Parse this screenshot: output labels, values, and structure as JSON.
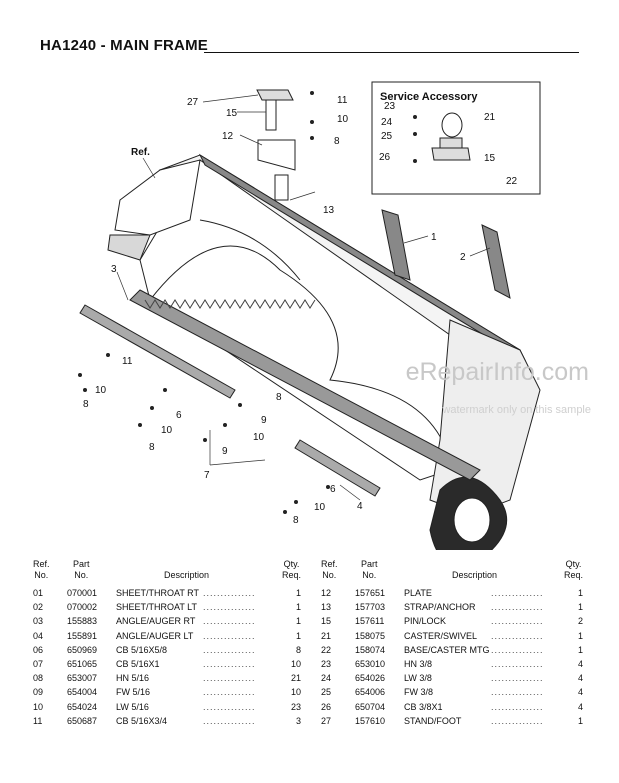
{
  "page": {
    "title": "HA1240 - MAIN FRAME",
    "watermark": "eRepairInfo.com",
    "watermark_note": "watermark only on this sample"
  },
  "diagram": {
    "accessory_title": "Service Accessory",
    "ref_label": "Ref.",
    "callouts": [
      "27",
      "15",
      "12",
      "11",
      "10",
      "8",
      "23",
      "24",
      "25",
      "26",
      "21",
      "15",
      "22",
      "13",
      "1",
      "2",
      "3",
      "11",
      "10",
      "8",
      "6",
      "10",
      "8",
      "8",
      "9",
      "10",
      "7",
      "9",
      "6",
      "10",
      "8",
      "4"
    ]
  },
  "table": {
    "headers": {
      "ref": "Ref.\nNo.",
      "part": "Part\nNo.",
      "desc": "Description",
      "qty": "Qty.\nReq."
    },
    "left": [
      {
        "ref": "01",
        "part": "070001",
        "desc": "SHEET/THROAT RT",
        "qty": "1"
      },
      {
        "ref": "02",
        "part": "070002",
        "desc": "SHEET/THROAT LT",
        "qty": "1"
      },
      {
        "ref": "03",
        "part": "155883",
        "desc": "ANGLE/AUGER RT",
        "qty": "1"
      },
      {
        "ref": "04",
        "part": "155891",
        "desc": "ANGLE/AUGER LT",
        "qty": "1"
      },
      {
        "ref": "06",
        "part": "650969",
        "desc": "CB 5/16X5/8",
        "qty": "8"
      },
      {
        "ref": "07",
        "part": "651065",
        "desc": "CB 5/16X1",
        "qty": "10"
      },
      {
        "ref": "08",
        "part": "653007",
        "desc": "HN 5/16",
        "qty": "21"
      },
      {
        "ref": "09",
        "part": "654004",
        "desc": "FW 5/16",
        "qty": "10"
      },
      {
        "ref": "10",
        "part": "654024",
        "desc": "LW 5/16",
        "qty": "23"
      },
      {
        "ref": "11",
        "part": "650687",
        "desc": "CB 5/16X3/4",
        "qty": "3"
      }
    ],
    "right": [
      {
        "ref": "12",
        "part": "157651",
        "desc": "PLATE",
        "qty": "1"
      },
      {
        "ref": "13",
        "part": "157703",
        "desc": "STRAP/ANCHOR",
        "qty": "1"
      },
      {
        "ref": "15",
        "part": "157611",
        "desc": "PIN/LOCK",
        "qty": "2"
      },
      {
        "ref": "21",
        "part": "158075",
        "desc": "CASTER/SWIVEL",
        "qty": "1"
      },
      {
        "ref": "22",
        "part": "158074",
        "desc": "BASE/CASTER MTG",
        "qty": "1"
      },
      {
        "ref": "23",
        "part": "653010",
        "desc": "HN 3/8",
        "qty": "4"
      },
      {
        "ref": "24",
        "part": "654026",
        "desc": "LW 3/8",
        "qty": "4"
      },
      {
        "ref": "25",
        "part": "654006",
        "desc": "FW 3/8",
        "qty": "4"
      },
      {
        "ref": "26",
        "part": "650704",
        "desc": "CB 3/8X1",
        "qty": "4"
      },
      {
        "ref": "27",
        "part": "157610",
        "desc": "STAND/FOOT",
        "qty": "1"
      }
    ]
  }
}
